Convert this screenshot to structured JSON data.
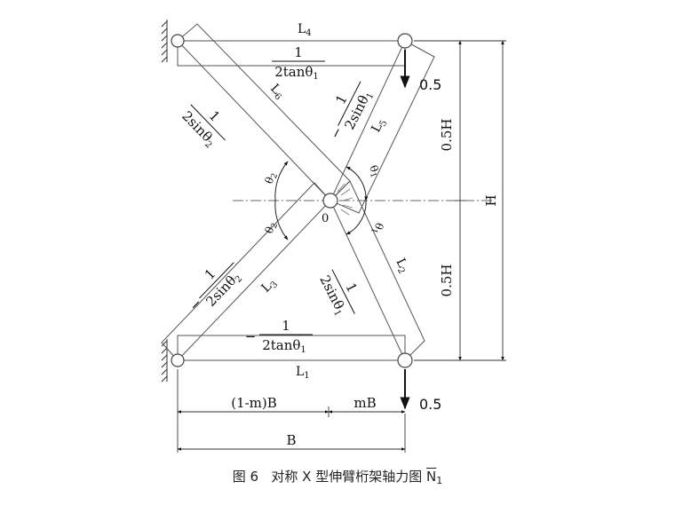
{
  "figure": {
    "caption_prefix": "图 6   对称 X 型伸臂桁架轴力图 ",
    "caption_symbol": "N",
    "caption_sub": "1"
  },
  "members": {
    "L1": {
      "name": "L",
      "sub": "1"
    },
    "L2": {
      "name": "L",
      "sub": "2"
    },
    "L3": {
      "name": "L",
      "sub": "3"
    },
    "L4": {
      "name": "L",
      "sub": "4"
    },
    "L5": {
      "name": "L",
      "sub": "5"
    },
    "L6": {
      "name": "L",
      "sub": "6"
    }
  },
  "forces": {
    "top_tan": {
      "num": "1",
      "den": "2tanθ",
      "den_sub": "1",
      "sign": ""
    },
    "left_top_sin": {
      "num": "1",
      "den": "2sinθ",
      "den_sub": "2",
      "sign": ""
    },
    "right_top_sin": {
      "num": "1",
      "den": "2sinθ",
      "den_sub": "1",
      "sign": "−"
    },
    "left_bottom_sin": {
      "num": "1",
      "den": "2sinθ",
      "den_sub": "2",
      "sign": "−"
    },
    "right_bottom_sin": {
      "num": "1",
      "den": "2sinθ",
      "den_sub": "1",
      "sign": ""
    },
    "bottom_tan": {
      "num": "1",
      "den": "2tanθ",
      "den_sub": "1",
      "sign": "−"
    }
  },
  "loads": {
    "top": "0.5",
    "bottom": "0.5"
  },
  "angles": {
    "t1": {
      "sym": "θ",
      "sub": "1"
    },
    "t2": {
      "sym": "θ",
      "sub": "2"
    }
  },
  "center_label": "0",
  "dimensions": {
    "half_H_top": "0.5H",
    "half_H_bottom": "0.5H",
    "H": "H",
    "one_minus_mB": "(1-m)B",
    "mB": "mB",
    "B": "B"
  }
}
